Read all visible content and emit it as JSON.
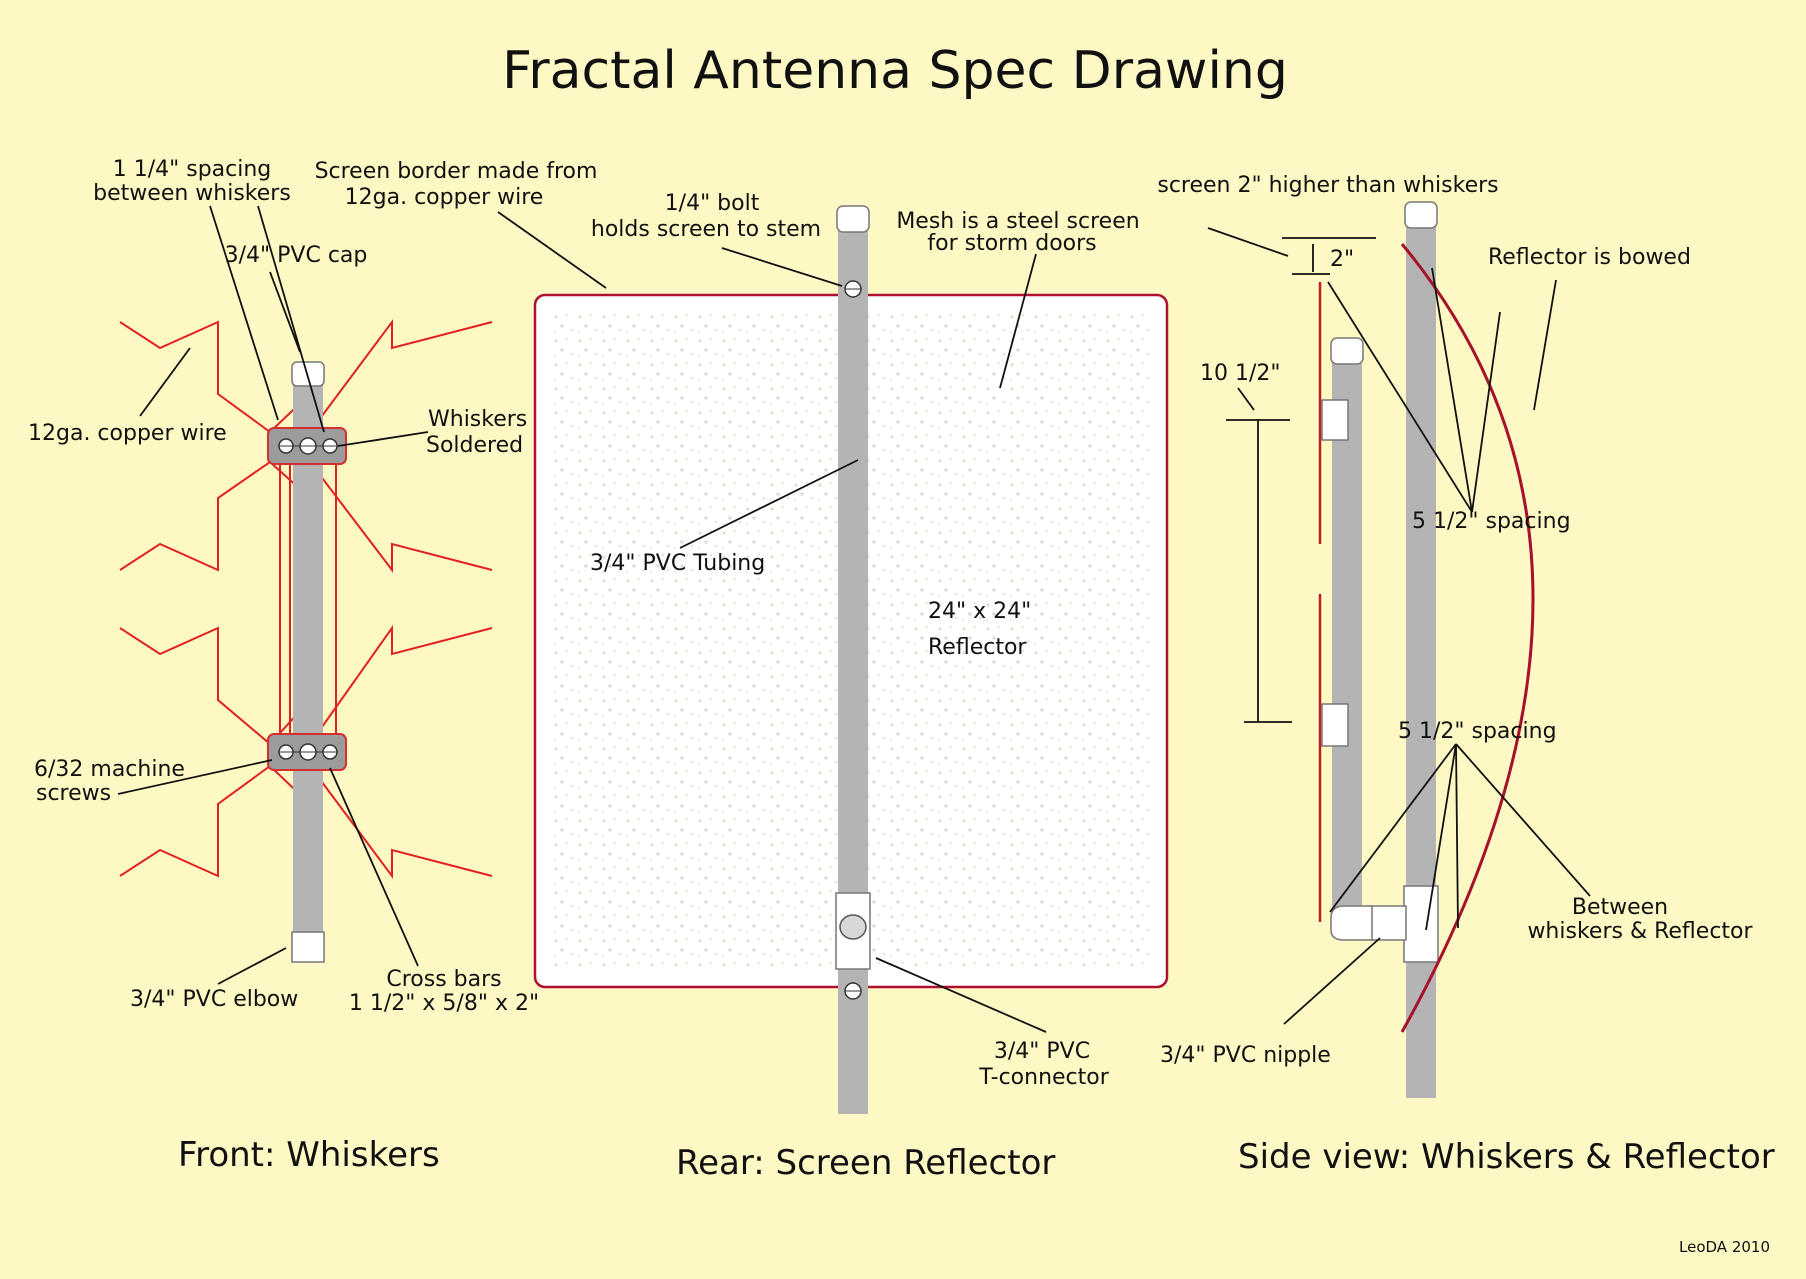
{
  "title": "Fractal Antenna Spec Drawing",
  "signature": "LeoDA 2010",
  "colors": {
    "background": "#fdf8c4",
    "pvc": "#b4b4b4",
    "copper_wire": "#e32020",
    "screen_border": "#b01030",
    "bowed_reflector": "#a8112a"
  },
  "front_view": {
    "heading": "Front: Whiskers",
    "labels": {
      "spacing_line1": "1 1/4\" spacing",
      "spacing_line2": "between whiskers",
      "pvc_cap": "3/4\" PVC cap",
      "copper_wire": "12ga. copper wire",
      "whiskers_line1": "Whiskers",
      "whiskers_line2": "Soldered",
      "screws_line1": "6/32 machine",
      "screws_line2": "screws",
      "elbow": "3/4\" PVC elbow",
      "crossbars_line1": "Cross bars",
      "crossbars_line2": "1 1/2\" x 5/8\" x 2\""
    }
  },
  "rear_view": {
    "heading": "Rear: Screen Reflector",
    "labels": {
      "border_line1": "Screen border made from",
      "border_line2": "12ga. copper wire",
      "bolt_line1": "1/4\" bolt",
      "bolt_line2": "holds screen to stem",
      "mesh_line1": "Mesh is a steel screen",
      "mesh_line2": "for storm doors",
      "tubing": "3/4\" PVC Tubing",
      "size": "24\" x 24\"",
      "reflector": "Reflector",
      "tconn_line1": "3/4\" PVC",
      "tconn_line2": "T-connector"
    }
  },
  "side_view": {
    "heading": "Side view: Whiskers & Reflector",
    "labels": {
      "screen_higher": "screen 2\" higher than whiskers",
      "two_inch": "2\"",
      "reflector_bowed": "Reflector is bowed",
      "ten_half": "10 1/2\"",
      "spacing_upper": "5 1/2\" spacing",
      "spacing_lower": "5 1/2\" spacing",
      "between_line1": "Between",
      "between_line2": "whiskers & Reflector",
      "nipple": "3/4\" PVC nipple"
    }
  }
}
